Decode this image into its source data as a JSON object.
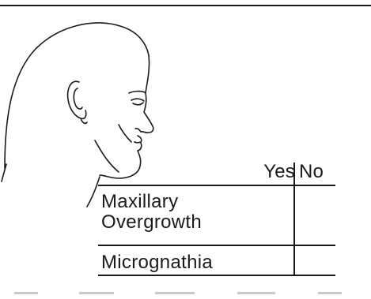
{
  "table": {
    "header_yes": "Yes",
    "header_no": "No",
    "rows": [
      {
        "label_line1": "Maxillary",
        "label_line2": "Overgrowth"
      },
      {
        "label_line1": "Micrognathia"
      }
    ]
  },
  "illustration": {
    "icon": "head-profile-icon",
    "stroke_color": "#1a1a1a"
  }
}
